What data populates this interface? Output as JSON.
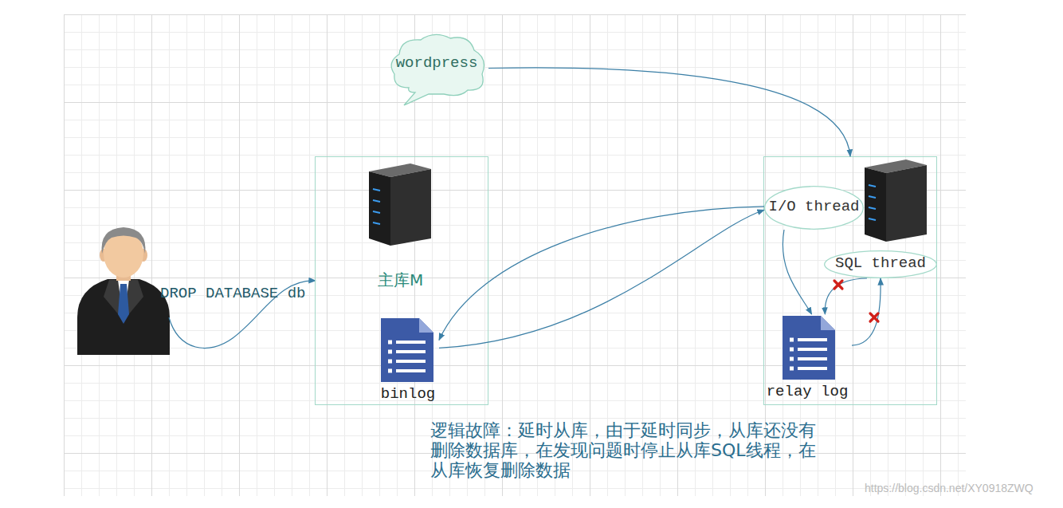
{
  "diagram": {
    "nodes": [
      {
        "text": [
          "wordpress"
        ]
      },
      {
        "text": [
          "主库M"
        ]
      },
      {
        "text": [
          "binlog"
        ],
        "in": 1
      },
      {
        "text": []
      },
      {
        "text": [
          "I/O thread"
        ],
        "in": 3
      },
      {
        "text": [
          "SQL thread"
        ],
        "in": 3
      },
      {
        "text": [
          "relay log"
        ],
        "in": 3
      }
    ],
    "edges": [
      {
        "from": 0,
        "to": 3,
        "arrow": "to"
      },
      {
        "from": 4,
        "to": 2,
        "arrow": "to"
      },
      {
        "from": 2,
        "to": 4,
        "arrow": "to"
      },
      {
        "from": 4,
        "to": 6,
        "arrow": "to"
      },
      {
        "from": 5,
        "to": 6,
        "arrow": "to"
      },
      {
        "from": 6,
        "to": 5,
        "arrow": "to"
      }
    ],
    "labels": [
      "DROP DATABASE db",
      "逻辑故障：延时从库，由于延时同步，从库还没有 删除数据库，在发现问题时停止从库SQL线程，在 从库恢复删除数据",
      "https://blog.csdn.net/XY0918ZWQ"
    ]
  }
}
